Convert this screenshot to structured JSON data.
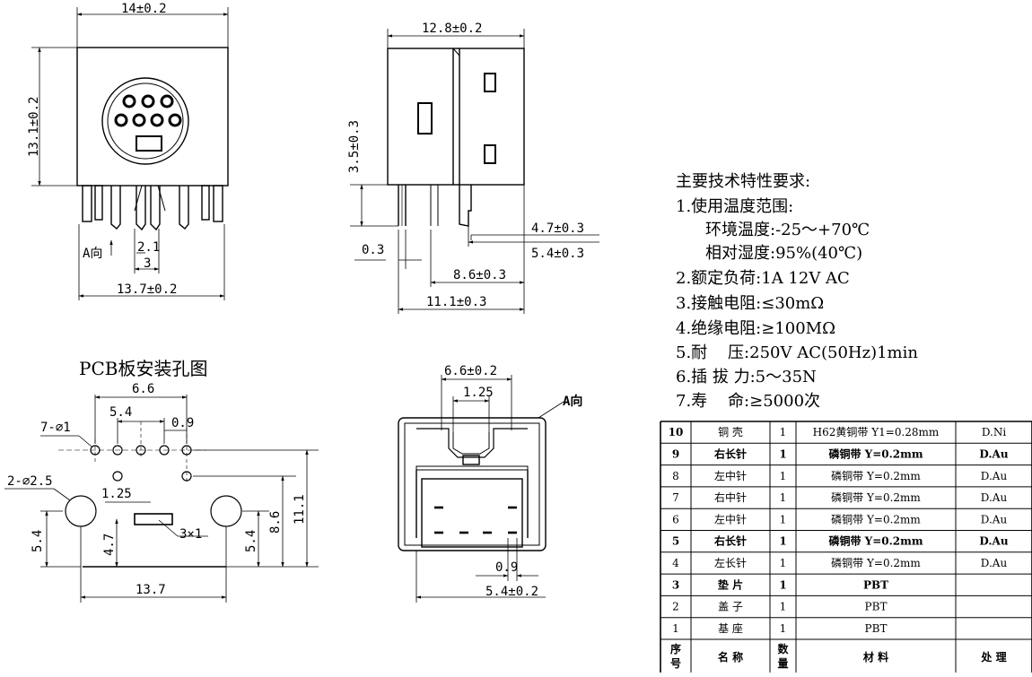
{
  "front_view": {
    "width_top": "14±0.2",
    "height_left": "13.1±0.2",
    "pin_pitch": "2.1",
    "pin_span": "3",
    "width_bottom": "13.7±0.2",
    "direction_label": "A向"
  },
  "side_view": {
    "width_top": "12.8±0.2",
    "height_left": "3.5±0.3",
    "pin_width": "0.3",
    "dim_a": "4.7±0.3",
    "dim_b": "5.4±0.3",
    "dim_c": "8.6±0.3",
    "dim_d": "11.1±0.3"
  },
  "pcb": {
    "title": "PCB板安装孔图",
    "hole_small": "7-⌀1",
    "hole_large": "2-⌀2.5",
    "d_6_6": "6.6",
    "d_5_4": "5.4",
    "d_0_9": "0.9",
    "d_1_25": "1.25",
    "slot": "3×1",
    "d_4_7": "4.7",
    "d_5_4_left": "5.4",
    "d_5_4_right": "5.4",
    "d_8_6": "8.6",
    "d_11_1": "11.1",
    "d_13_7": "13.7"
  },
  "bottom_view": {
    "dim_top": "6.6±0.2",
    "dim_inner": "1.25",
    "dim_0_9": "0.9",
    "dim_bottom": "5.4±0.2",
    "direction_label": "A向"
  },
  "specs": {
    "title": "主要技术特性要求:",
    "l1": "1.使用温度范围:",
    "l1a": "环境温度:-25～+70℃",
    "l1b": "相对湿度:95%(40℃)",
    "l2": "2.额定负荷:1A 12V AC",
    "l3": "3.接触电阻:≤30mΩ",
    "l4": "4.绝缘电阻:≥100MΩ",
    "l5": "5.耐    压:250V AC(50Hz)1min",
    "l6": "6.插 拔 力:5～35N",
    "l7": "7.寿    命:≥5000次"
  },
  "bom": {
    "header": {
      "no": "序号",
      "name": "名  称",
      "qty": "数量",
      "material": "材    料",
      "treatment": "处    理"
    },
    "rows": [
      {
        "no": "10",
        "name": "铜  壳",
        "qty": "1",
        "material": "H62黄铜带 Y1=0.28mm",
        "treatment": "D.Ni"
      },
      {
        "no": "9",
        "name": "右长针",
        "qty": "1",
        "material": "磷铜带 Y=0.2mm",
        "treatment": "D.Au"
      },
      {
        "no": "8",
        "name": "左中针",
        "qty": "1",
        "material": "磷铜带 Y=0.2mm",
        "treatment": "D.Au"
      },
      {
        "no": "7",
        "name": "右中针",
        "qty": "1",
        "material": "磷铜带 Y=0.2mm",
        "treatment": "D.Au"
      },
      {
        "no": "6",
        "name": "左中针",
        "qty": "1",
        "material": "磷铜带 Y=0.2mm",
        "treatment": "D.Au"
      },
      {
        "no": "5",
        "name": "右长针",
        "qty": "1",
        "material": "磷铜带 Y=0.2mm",
        "treatment": "D.Au"
      },
      {
        "no": "4",
        "name": "左长针",
        "qty": "1",
        "material": "磷铜带 Y=0.2mm",
        "treatment": "D.Au"
      },
      {
        "no": "3",
        "name": "垫  片",
        "qty": "1",
        "material": "PBT",
        "treatment": ""
      },
      {
        "no": "2",
        "name": "盖  子",
        "qty": "1",
        "material": "PBT",
        "treatment": ""
      },
      {
        "no": "1",
        "name": "基  座",
        "qty": "1",
        "material": "PBT",
        "treatment": ""
      }
    ]
  }
}
